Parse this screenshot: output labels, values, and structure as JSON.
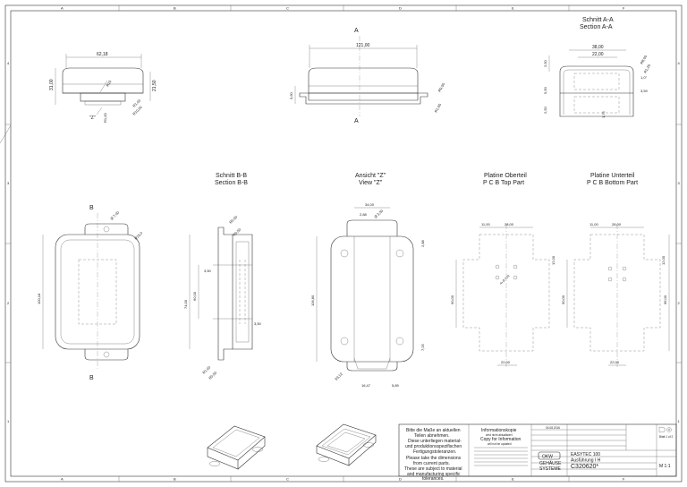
{
  "grid": {
    "columns": [
      "A",
      "B",
      "C",
      "D",
      "E",
      "F"
    ],
    "rows": [
      "4",
      "3",
      "2",
      "1"
    ]
  },
  "views": {
    "top_left": {
      "dim_width": "62,18",
      "dim_height_left": "31,00",
      "dim_height_right": "21,50",
      "r15": "R15",
      "r1": "R1,00",
      "z_label": "\"Z\"",
      "r10": "R10,00",
      "r1b": "R1,00"
    },
    "top_center": {
      "section_mark": "A",
      "dim_width": "121,00",
      "dim_height": "9,60",
      "r30": "R0,50",
      "r1": "R1,00"
    },
    "section_aa": {
      "title_de": "Schnitt A-A",
      "title_en": "Section A-A",
      "dim_38": "38,00",
      "dim_22": "22,00",
      "dim_250a": "2,50",
      "dim_550": "5,50",
      "dim_250b": "2,50",
      "r8": "R8,00",
      "r1": "R1,20",
      "deg": "1,0°",
      "dim_359": "3,59",
      "dim_175": "1,75"
    },
    "section_bb": {
      "title_de": "Schnitt B-B",
      "title_en": "Section B-B",
      "r050": "R0,50",
      "r050b": "R0,50",
      "dim_350a": "3,50",
      "dim_74": "74,00",
      "dim_60": "60,00",
      "dim_350b": "3,50",
      "r1": "R1,00",
      "r050c": "R0,50"
    },
    "main_view": {
      "b_top": "B",
      "b_bottom": "B",
      "dia": "Ø 7,00",
      "r": "R15,0",
      "dim_height": "100,18"
    },
    "view_z": {
      "title_de": "Ansicht \"Z\"",
      "title_en": "View \"Z\"",
      "dim_34": "34,00",
      "dim_288": "2,88",
      "dia": "Ø 3,50",
      "dim_288b": "2,88",
      "dim_106": "106,80",
      "dim_725": "7,25",
      "dim_6312": "63,12",
      "dim_1647": "16,47",
      "dim_589": "5,89"
    },
    "pcb_top": {
      "title_de": "Platine Oberteil",
      "title_en": "P C B Top Part",
      "dim_11": "11,00",
      "dim_28": "28,00",
      "dim_12": "12,00",
      "dim_60": "60,00",
      "dim_22": "22,00",
      "holes": "4x Ø 2,10"
    },
    "pcb_bottom": {
      "title_de": "Platine Unterteil",
      "title_en": "P C B Bottom Part",
      "dim_11": "11,00",
      "dim_28": "28,00",
      "dim_12": "12,00",
      "dim_60": "60,00",
      "dim_66": "66,00",
      "dim_22": "22,00"
    }
  },
  "title_block": {
    "note_de_1": "Bitte die Maße an aktuellen",
    "note_de_2": "Teilen abnehmen.",
    "note_de_3": "Diese unterliegen material-",
    "note_de_4": "und produktionsspezifischen",
    "note_de_5": "Fertigungstoleranzen.",
    "note_en_1": "Please take the dimensions",
    "note_en_2": "from current parts.",
    "note_en_3": "These are subject to material",
    "note_en_4": "and manufacturing specific",
    "note_en_5": "tolerances.",
    "info_de": "Informationskopie",
    "info_de_sub": "wird nicht aktualisiert",
    "info_en": "Copy for Information",
    "info_en_sub": "will not be updated",
    "date": "04.08.2016",
    "product": "EASYTEC 100",
    "variant": "Ausführung I H",
    "part_no": "C320620*",
    "scale": "M 1:1",
    "brand_top": "OKW",
    "brand_mid": "GEHÄUSE",
    "brand_bottom": "SYSTEME",
    "sheet": "Blatt 1 of 2"
  },
  "icons": [
    "projection-symbol-icon",
    "okw-logo-icon"
  ]
}
